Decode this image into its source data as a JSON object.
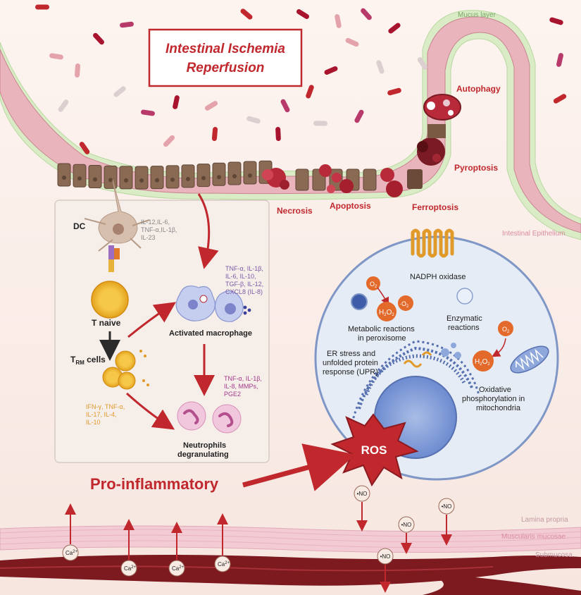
{
  "title": {
    "line1": "Intestinal Ischemia",
    "line2": "Reperfusion"
  },
  "layers": {
    "mucus": "Mucus layer",
    "epithelium": "Intestinal Epithelium",
    "lamina": "Lamina propria",
    "muscularis": "Muscularis mucosae",
    "submucosa": "Submucosa"
  },
  "death": {
    "autophagy": "Autophagy",
    "pyroptosis": "Pyroptosis",
    "necrosis": "Necrosis",
    "apoptosis": "Apoptosis",
    "ferroptosis": "Ferroptosis"
  },
  "immune": {
    "dc": "DC",
    "dc_cytokines": [
      "IL-12,IL-6,",
      "TNF-α,IL-1β,",
      "IL-23"
    ],
    "tnaive": "T naive",
    "trm_main": "T",
    "trm_sub": "RM",
    "trm_tail": " cells",
    "trm_cytokines": [
      "IFN-γ, TNF-α,",
      "IL-17, IL-4,",
      "IL-10"
    ],
    "macrophage": "Activated macrophage",
    "mac_cytokines": [
      "TNF-α, IL-1β,",
      "IL-6, IL-10,",
      "TGF-β, IL-12,",
      "CXCL8 (IL-8)"
    ],
    "neutro_cytokines": [
      "TNF-α, IL-1β,",
      "IL-8, MMPs,",
      "PGE2"
    ],
    "neutrophils": [
      "Neutrophils",
      "degranulating"
    ]
  },
  "ros": {
    "nadph": "NADPH oxidase",
    "o2": "O",
    "o2_sub": "2",
    "h2o2_a": "H",
    "h2o2_b": "2",
    "h2o2_c": "O",
    "h2o2_d": "2",
    "supero": "·O",
    "supero_sub": "2",
    "peroxisome": [
      "Metabolic reactions",
      "in peroxisome"
    ],
    "enzymatic": [
      "Enzymatic",
      "reactions"
    ],
    "er": [
      "ER stress and",
      "unfolded protein",
      "response (UPR)"
    ],
    "oxphos": [
      "Oxidative",
      "phosphorylation in",
      "mitochondria"
    ],
    "label": "ROS"
  },
  "proinflammatory": "Pro-inflammatory",
  "vessel": {
    "no": "•NO",
    "ca": "Ca",
    "ca_sup": "2+"
  },
  "colors": {
    "red": "#c0282d",
    "mucus": "#d9ecc6",
    "epithelium": "#e9a9b4",
    "brush": "#8a6a52",
    "vessel": "#7c1a1f",
    "muscle": "#f3cbd5",
    "nucleus_bg": "#e6ecf5",
    "purple": "#7b5aa6",
    "orange": "#e09a2a"
  }
}
